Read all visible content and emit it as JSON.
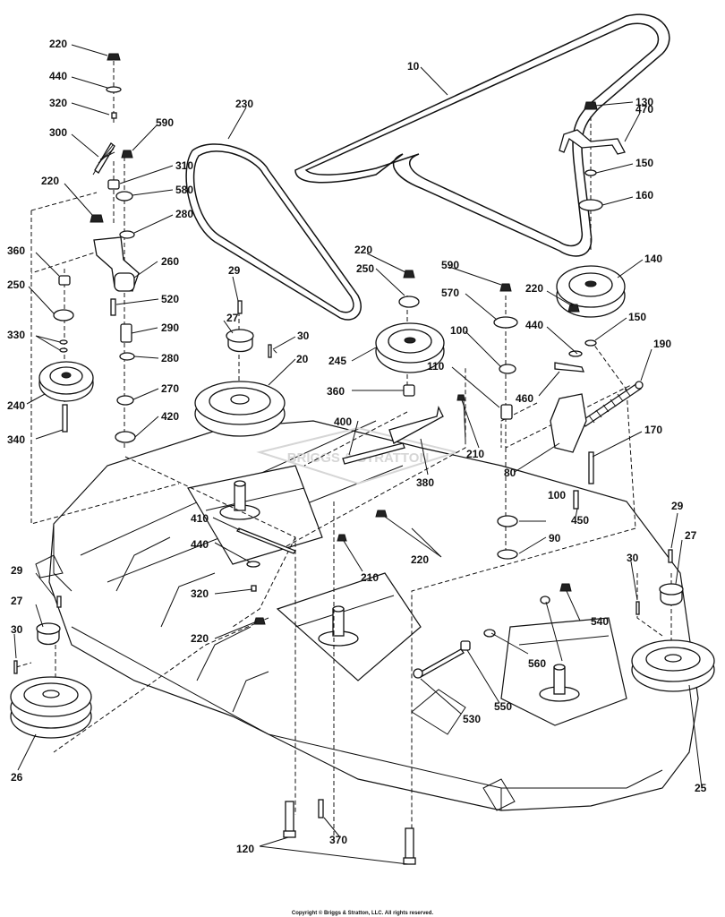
{
  "diagram": {
    "part_labels": {
      "p220a": "220",
      "p440a": "440",
      "p320a": "320",
      "p300": "300",
      "p590a": "590",
      "p310": "310",
      "p580": "580",
      "p220b": "220",
      "p280a": "280",
      "p360a": "360",
      "p260": "260",
      "p250a": "250",
      "p29a": "29",
      "p520": "520",
      "p330": "330",
      "p290": "290",
      "p27a": "27",
      "p30a": "30",
      "p280b": "280",
      "p240": "240",
      "p270": "270",
      "p20": "20",
      "p420": "420",
      "p340": "340",
      "p230": "230",
      "p10": "10",
      "p130": "130",
      "p470": "470",
      "p150a": "150",
      "p160": "160",
      "p140": "140",
      "p150b": "150",
      "p220c": "220",
      "p250b": "250",
      "p590b": "590",
      "p570": "570",
      "p220d": "220",
      "p440b": "440",
      "p245": "245",
      "p100a": "100",
      "p190": "190",
      "p360b": "360",
      "p110": "110",
      "p460": "460",
      "p400": "400",
      "p210a": "210",
      "p170": "170",
      "p80": "80",
      "p380": "380",
      "p410": "410",
      "p100b": "100",
      "p450": "450",
      "p29b": "29",
      "p27b": "27",
      "p440c": "440",
      "p220e": "220",
      "p210b": "210",
      "p90": "90",
      "p30b": "30",
      "p29c": "29",
      "p320b": "320",
      "p540": "540",
      "p27c": "27",
      "p220f": "220",
      "p30c": "30",
      "p560": "560",
      "p550": "550",
      "p530": "530",
      "p26": "26",
      "p25": "25",
      "p120": "120",
      "p370": "370"
    },
    "watermark": "BRIGGS & STRATTON",
    "copyright": "Copyright © Briggs & Stratton, LLC. All rights reserved."
  }
}
